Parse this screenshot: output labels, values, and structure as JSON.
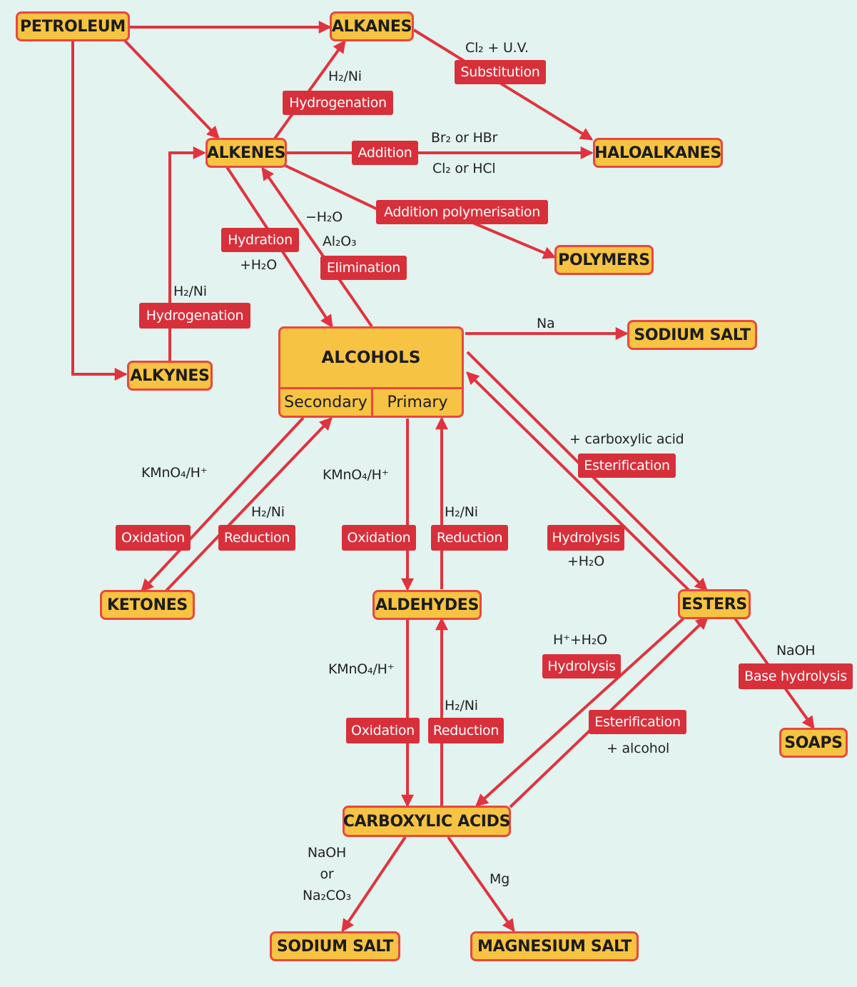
{
  "nodes": {
    "petroleum": "PETROLEUM",
    "alkanes": "ALKANES",
    "alkenes": "ALKENES",
    "alkynes": "ALKYNES",
    "haloalkanes": "HALOALKANES",
    "polymers": "POLYMERS",
    "alcohols": "ALCOHOLS",
    "secondary": "Secondary",
    "primary": "Primary",
    "sodium_salt_top": "SODIUM SALT",
    "ketones": "KETONES",
    "aldehydes": "ALDEHYDES",
    "esters": "ESTERS",
    "soaps": "SOAPS",
    "carboxylic_acids": "CARBOXYLIC ACIDS",
    "sodium_salt_bottom": "SODIUM SALT",
    "magnesium_salt": "MAGNESIUM SALT"
  },
  "reactions": {
    "substitution": "Substitution",
    "hydrogenation_alkene": "Hydrogenation",
    "addition": "Addition",
    "addition_polymerisation": "Addition polymerisation",
    "hydration": "Hydration",
    "elimination": "Elimination",
    "hydrogenation_alkyne": "Hydrogenation",
    "esterification_alcohol": "Esterification",
    "oxidation_secondary": "Oxidation",
    "reduction_ketone": "Reduction",
    "oxidation_primary": "Oxidation",
    "reduction_aldehyde": "Reduction",
    "hydrolysis_ester_alcohol": "Hydrolysis",
    "hydrolysis_ester_acid": "Hydrolysis",
    "base_hydrolysis": "Base hydrolysis",
    "oxidation_aldehyde": "Oxidation",
    "reduction_acid": "Reduction",
    "esterification_acid": "Esterification"
  },
  "conditions": {
    "cl2_uv": "Cl₂ + U.V.",
    "h2ni_alkanes": "H₂/Ni",
    "br2_hbr": "Br₂ or HBr",
    "cl2_hcl": "Cl₂ or HCl",
    "minus_h2o": "−H₂O",
    "al2o3": "Al₂O₃",
    "plus_h2o_hydration": "+H₂O",
    "h2ni_alkynes": "H₂/Ni",
    "na": "Na",
    "carboxylic_acid": "+ carboxylic acid",
    "kmno4_secondary": "KMnO₄/H⁺",
    "h2ni_ketones": "H₂/Ni",
    "kmno4_primary": "KMnO₄/H⁺",
    "h2ni_aldehydes": "H₂/Ni",
    "plus_h2o_hydrolysis": "+H₂O",
    "h_h2o": "H⁺+H₂O",
    "naoh_soaps": "NaOH",
    "kmno4_aldehydes": "KMnO₄/H⁺",
    "h2ni_acids": "H₂/Ni",
    "plus_alcohol": "+ alcohol",
    "naoh_line1": "NaOH",
    "naoh_line2": "or",
    "naoh_line3": "Na₂CO₃",
    "mg": "Mg"
  },
  "colors": {
    "background": "#e3f3ef",
    "node_fill": "#f6c342",
    "node_border": "#e8483f",
    "arrow": "#e0333f",
    "tag_fill": "#d7303b"
  }
}
